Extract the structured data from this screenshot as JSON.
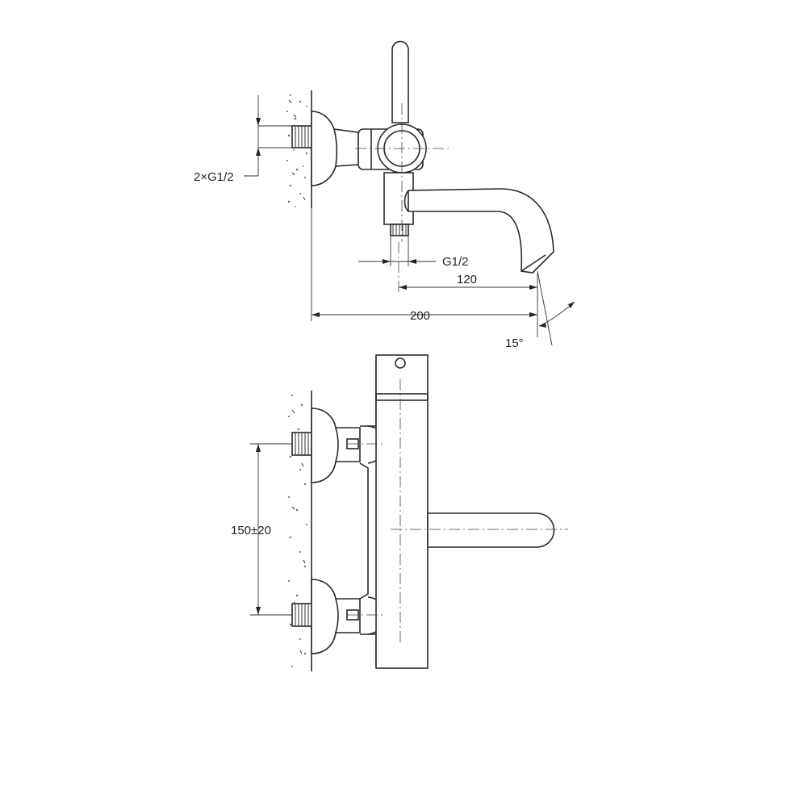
{
  "drawing": {
    "side_view": {
      "thread_connections_label": "2×G1/2",
      "outlet_thread_label": "G1/2",
      "spout_projection": "120",
      "overall_projection": "200",
      "spout_angle": "15°"
    },
    "front_view": {
      "inlet_spacing": "150±20"
    }
  },
  "colors": {
    "line": "#2a2a2a",
    "background": "#ffffff"
  }
}
